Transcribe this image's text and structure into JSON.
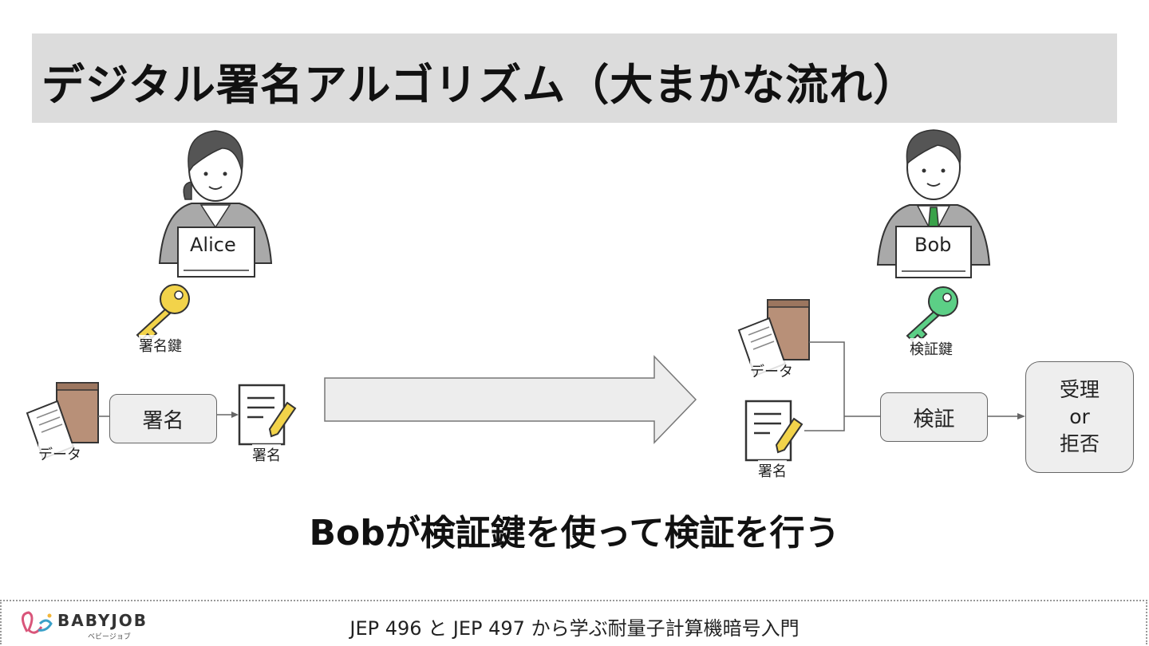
{
  "title": "デジタル署名アルゴリズム（大まかな流れ）",
  "alice": {
    "name": "Alice",
    "key_label": "署名鍵"
  },
  "bob": {
    "name": "Bob",
    "key_label": "検証鍵"
  },
  "sign_side": {
    "data_label": "データ",
    "process_label": "署名",
    "signature_label": "署名"
  },
  "verify_side": {
    "data_label": "データ",
    "signature_label": "署名",
    "process_label": "検証"
  },
  "result": {
    "line1": "受理",
    "line2": "or",
    "line3": "拒否"
  },
  "caption": "Bobが検証鍵を使って検証を行う",
  "footer": {
    "brand": "BABYJOB",
    "brand_sub": "ベビージョブ",
    "text": "JEP 496 と JEP 497 から学ぶ耐量子計算機暗号入門"
  },
  "colors": {
    "title_band": "#dcdcdc",
    "alice_key": "#f2d34a",
    "bob_key": "#5ccf86",
    "tie": "#3aa24a",
    "envelope": "#b89078"
  }
}
